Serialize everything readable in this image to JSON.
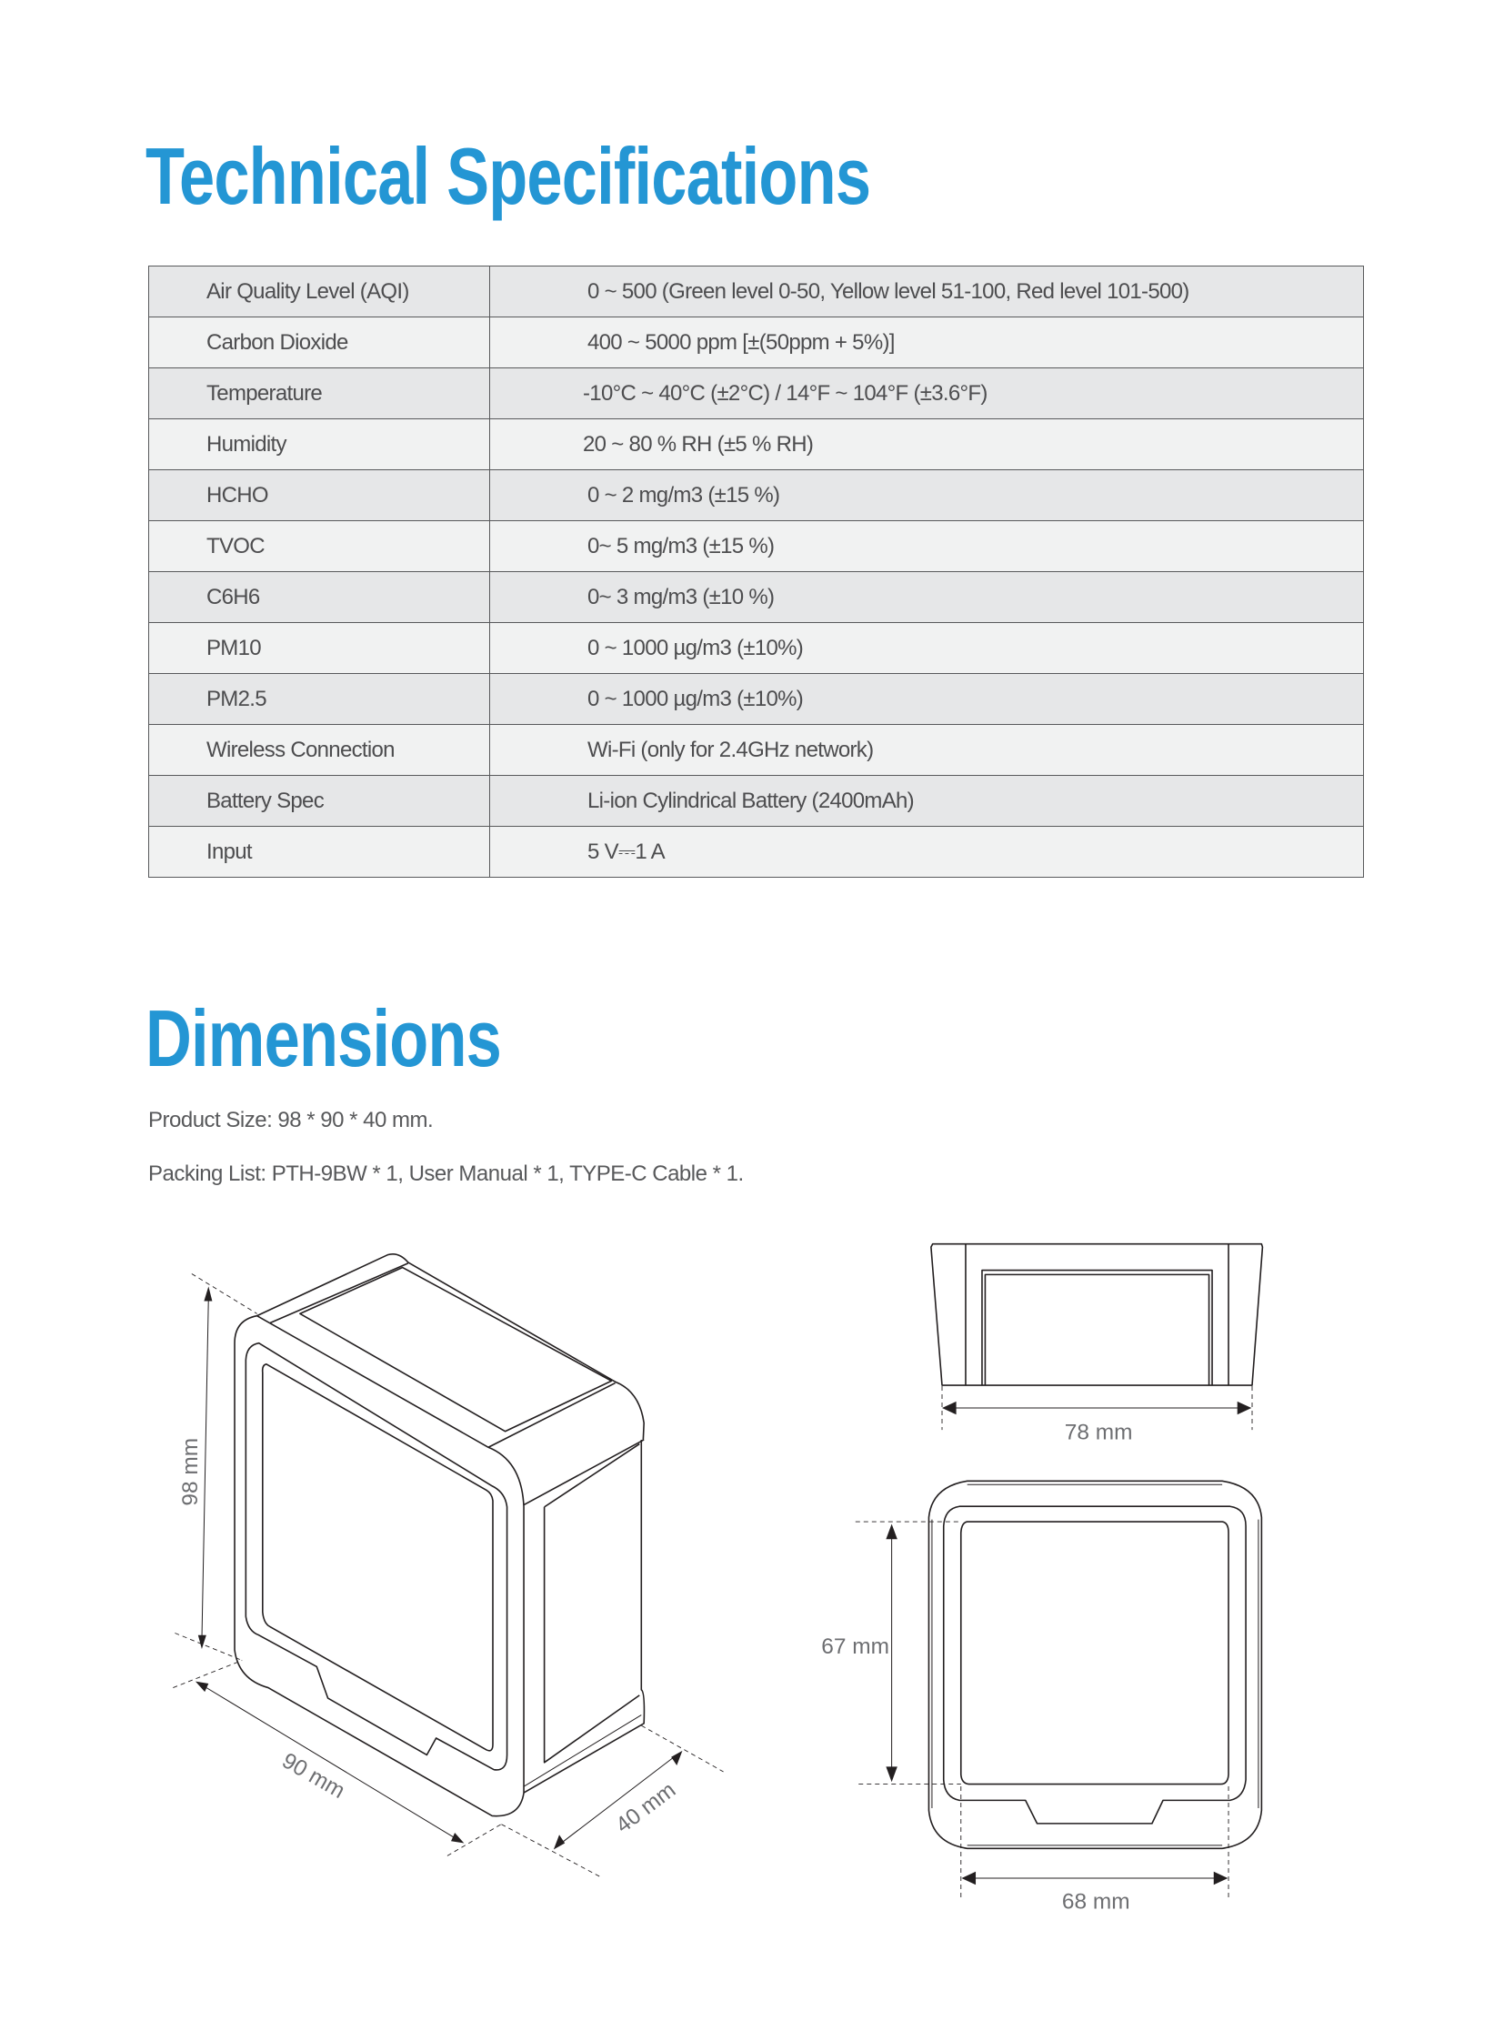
{
  "spec_title": "Technical Specifications",
  "specs": [
    {
      "label": "Air Quality Level (AQI)",
      "value": "0 ~ 500 (Green level 0-50, Yellow level 51-100, Red level 101-500)"
    },
    {
      "label": "Carbon Dioxide",
      "value": "400 ~ 5000 ppm [±(50ppm + 5%)]"
    },
    {
      "label": "Temperature",
      "value": "-10°C ~ 40°C (±2°C) / 14°F ~ 104°F (±3.6°F)"
    },
    {
      "label": "Humidity",
      "value": "20 ~ 80 % RH (±5 % RH)"
    },
    {
      "label": "HCHO",
      "value": "0 ~ 2 mg/m3 (±15 %)"
    },
    {
      "label": "TVOC",
      "value": "0~ 5 mg/m3 (±15 %)"
    },
    {
      "label": "C6H6",
      "value": "0~ 3 mg/m3 (±10 %)"
    },
    {
      "label": "PM10",
      "value": "0 ~ 1000 µg/m3 (±10%)"
    },
    {
      "label": "PM2.5",
      "value": "0 ~ 1000 µg/m3 (±10%)"
    },
    {
      "label": "Wireless Connection",
      "value": "Wi-Fi (only for 2.4GHz network)"
    },
    {
      "label": "Battery Spec",
      "value": "Li-ion Cylindrical Battery (2400mAh)"
    },
    {
      "label": "Input",
      "value": "5 V⎓1 A"
    }
  ],
  "dim_title": "Dimensions",
  "product_size": "Product Size: 98 * 90 * 40 mm.",
  "packing_list": "Packing List: PTH-9BW * 1, User Manual * 1, TYPE-C Cable * 1.",
  "drawings": {
    "height": "98 mm",
    "width": "90 mm",
    "depth": "40 mm",
    "top_width": "78 mm",
    "screen_height": "67 mm",
    "screen_width": "68 mm"
  },
  "colors": {
    "accent": "#2496d4",
    "row_dark": "#e6e7e8",
    "row_light": "#f1f2f2"
  }
}
